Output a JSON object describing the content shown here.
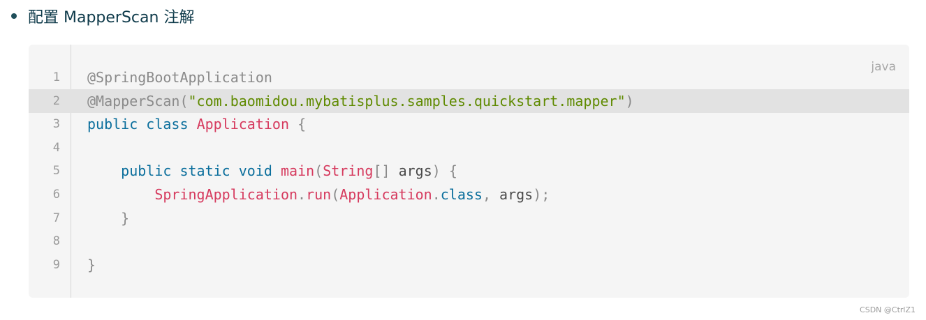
{
  "heading": {
    "text": "配置 MapperScan 注解"
  },
  "code_block": {
    "language": "java",
    "highlighted_line": 2,
    "lines": [
      {
        "number": "1",
        "tokens": [
          {
            "t": "ann",
            "v": "@SpringBootApplication"
          }
        ]
      },
      {
        "number": "2",
        "tokens": [
          {
            "t": "ann",
            "v": "@MapperScan"
          },
          {
            "t": "punc",
            "v": "("
          },
          {
            "t": "str",
            "v": "\"com.baomidou.mybatisplus.samples.quickstart.mapper\""
          },
          {
            "t": "punc",
            "v": ")"
          }
        ]
      },
      {
        "number": "3",
        "tokens": [
          {
            "t": "kw",
            "v": "public"
          },
          {
            "t": "plain",
            "v": " "
          },
          {
            "t": "kw",
            "v": "class"
          },
          {
            "t": "plain",
            "v": " "
          },
          {
            "t": "cls",
            "v": "Application"
          },
          {
            "t": "plain",
            "v": " "
          },
          {
            "t": "punc",
            "v": "{"
          }
        ]
      },
      {
        "number": "4",
        "tokens": []
      },
      {
        "number": "5",
        "tokens": [
          {
            "t": "plain",
            "v": "    "
          },
          {
            "t": "kw",
            "v": "public"
          },
          {
            "t": "plain",
            "v": " "
          },
          {
            "t": "kw",
            "v": "static"
          },
          {
            "t": "plain",
            "v": " "
          },
          {
            "t": "kw",
            "v": "void"
          },
          {
            "t": "plain",
            "v": " "
          },
          {
            "t": "cls",
            "v": "main"
          },
          {
            "t": "punc",
            "v": "("
          },
          {
            "t": "cls",
            "v": "String"
          },
          {
            "t": "punc",
            "v": "[]"
          },
          {
            "t": "plain",
            "v": " args"
          },
          {
            "t": "punc",
            "v": ")"
          },
          {
            "t": "plain",
            "v": " "
          },
          {
            "t": "punc",
            "v": "{"
          }
        ]
      },
      {
        "number": "6",
        "tokens": [
          {
            "t": "plain",
            "v": "        "
          },
          {
            "t": "cls",
            "v": "SpringApplication"
          },
          {
            "t": "punc",
            "v": "."
          },
          {
            "t": "cls",
            "v": "run"
          },
          {
            "t": "punc",
            "v": "("
          },
          {
            "t": "cls",
            "v": "Application"
          },
          {
            "t": "punc",
            "v": "."
          },
          {
            "t": "kw",
            "v": "class"
          },
          {
            "t": "punc",
            "v": ","
          },
          {
            "t": "plain",
            "v": " args"
          },
          {
            "t": "punc",
            "v": ");"
          }
        ]
      },
      {
        "number": "7",
        "tokens": [
          {
            "t": "plain",
            "v": "    "
          },
          {
            "t": "punc",
            "v": "}"
          }
        ]
      },
      {
        "number": "8",
        "tokens": []
      },
      {
        "number": "9",
        "tokens": [
          {
            "t": "punc",
            "v": "}"
          }
        ]
      }
    ]
  },
  "watermark": {
    "text": "CSDN @CtrlZ1"
  },
  "colors": {
    "annotation": "#8a8a8a",
    "string": "#5f8a00",
    "keyword": "#0a6e9c",
    "class_name": "#d63a5e",
    "punctuation": "#8a8a8a",
    "highlight_bg": "#e2e2e2",
    "block_bg": "#f5f5f5"
  }
}
